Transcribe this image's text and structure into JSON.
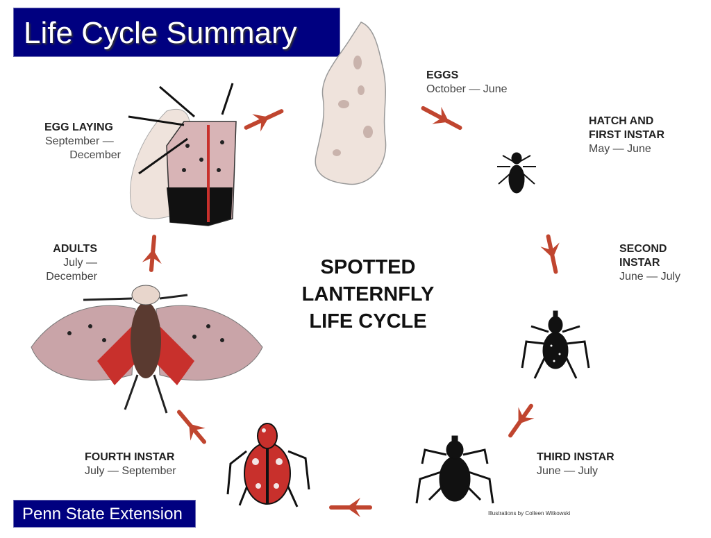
{
  "title": "Life Cycle Summary",
  "footer": "Penn State Extension",
  "center_title": [
    "SPOTTED",
    "LANTERNFLY",
    "LIFE CYCLE"
  ],
  "stages": [
    {
      "name": "EGGS",
      "dates": "October — June"
    },
    {
      "name_lines": [
        "HATCH AND",
        "FIRST INSTAR"
      ],
      "dates": "May — June"
    },
    {
      "name_lines": [
        "SECOND",
        "INSTAR"
      ],
      "dates": "June — July"
    },
    {
      "name": "THIRD INSTAR",
      "dates": "June — July"
    },
    {
      "name": "FOURTH INSTAR",
      "dates": "July — September"
    },
    {
      "name": "ADULTS",
      "dates_lines": [
        "July —",
        "December"
      ]
    },
    {
      "name": "EGG LAYING",
      "dates_lines": [
        "September —",
        "December"
      ]
    }
  ],
  "credit": "Illustrations by Colleen Witkowski",
  "colors": {
    "navy": "#000080",
    "arrow": "#c0452f",
    "egg": "#efe3dc",
    "wing": "#c9a4a8",
    "red": "#c8302c"
  }
}
